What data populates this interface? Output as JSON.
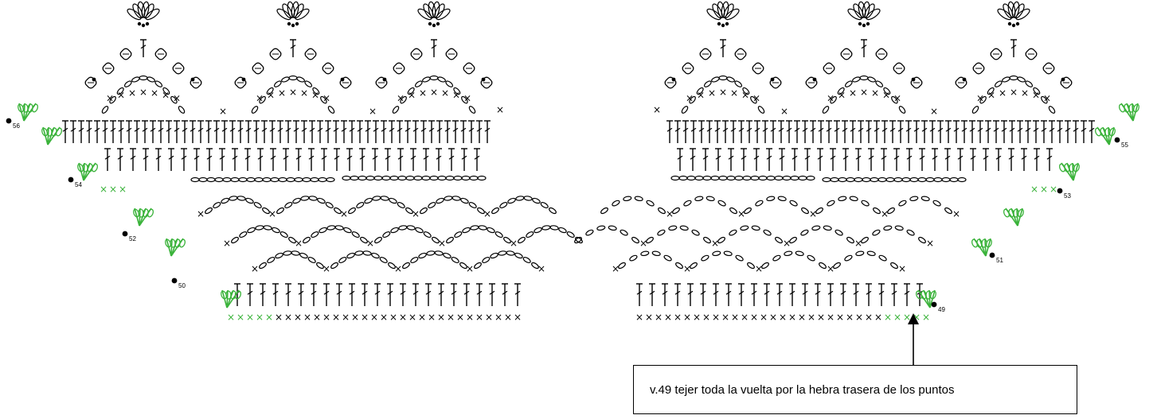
{
  "colors": {
    "ink": "#000000",
    "accent": "#3bb33b",
    "background": "#ffffff"
  },
  "left_chart": {
    "row_markers": [
      "56",
      "54",
      "52",
      "50"
    ]
  },
  "right_chart": {
    "row_markers": [
      "55",
      "53",
      "51",
      "49"
    ]
  },
  "callout": {
    "text": "v.49 tejer toda la vuelta por la hebra trasera de los puntos"
  }
}
